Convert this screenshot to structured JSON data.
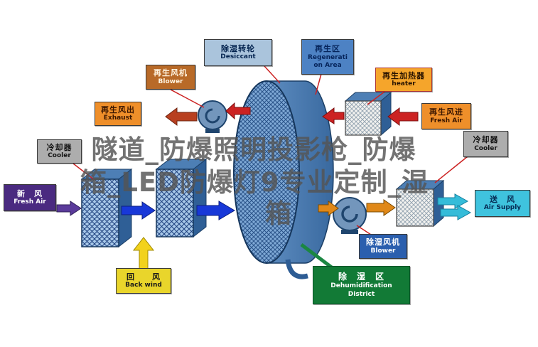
{
  "watermark": {
    "line1": "隧道_防爆照明投影枪_防爆",
    "line2": "箱_LED防爆灯9专业定制_湿",
    "line3": "箱"
  },
  "labels": {
    "desiccant_wheel": {
      "zh": "除湿转轮",
      "en": "Desiccant"
    },
    "regeneration_area": {
      "zh": "再生区",
      "en_line1": "Regenerati",
      "en_line2": "on Area"
    },
    "heater": {
      "zh": "再生加热器",
      "en": "heater"
    },
    "regen_blower": {
      "zh": "再生风机",
      "en": "Blower"
    },
    "exhaust": {
      "zh": "再生风出",
      "en": "Exhaust"
    },
    "regen_fresh_air": {
      "zh": "再生风进",
      "en": "Fresh Air"
    },
    "cooler_left": {
      "zh": "冷却器",
      "en": "Cooler"
    },
    "cooler_right": {
      "zh": "冷却器",
      "en": "Cooler"
    },
    "fresh_air": {
      "zh": "新　风",
      "en": "Fresh Air"
    },
    "air_supply": {
      "zh": "送　风",
      "en": "Air Supply"
    },
    "back_wind": {
      "zh": "回　　风",
      "en": "Back wind"
    },
    "dehumid_blower": {
      "zh": "除湿风机",
      "en": "Blower"
    },
    "dehumid_district": {
      "zh": "除　湿　区",
      "en_line1": "Dehumidification",
      "en_line2": "District"
    }
  },
  "colors": {
    "wheel_blue": "#4d7fb5",
    "process_arrow_blue": "#1838d8",
    "regen_arrow_red": "#cc2222",
    "return_arrow_yellow": "#f2d21c",
    "supply_arrow_orange": "#e08818",
    "supply_arrow_cyan": "#35bcd9",
    "fresh_air_purple": "#4a2a80",
    "dehumid_green": "#127a36"
  }
}
